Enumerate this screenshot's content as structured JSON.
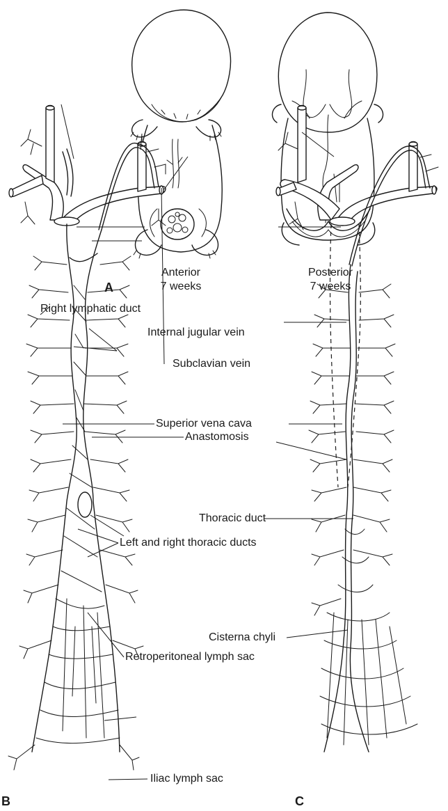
{
  "panel_a": {
    "letter": "A",
    "anterior_caption": "Anterior",
    "anterior_age": "7 weeks",
    "posterior_caption": "Posterior",
    "posterior_age": "7 weeks"
  },
  "panel_b": {
    "letter": "B"
  },
  "panel_c": {
    "letter": "C"
  },
  "labels": {
    "right_lymphatic_duct": "Right lymphatic duct",
    "internal_jugular_vein": "Internal jugular vein",
    "subclavian_vein": "Subclavian vein",
    "superior_vena_cava": "Superior vena cava",
    "anastomosis": "Anastomosis",
    "thoracic_duct": "Thoracic duct",
    "left_right_thoracic_ducts": "Left and right thoracic ducts",
    "cisterna_chyli": "Cisterna chyli",
    "retroperitoneal_lymph_sac": "Retroperitoneal lymph sac",
    "iliac_lymph_sac": "Iliac lymph sac"
  }
}
